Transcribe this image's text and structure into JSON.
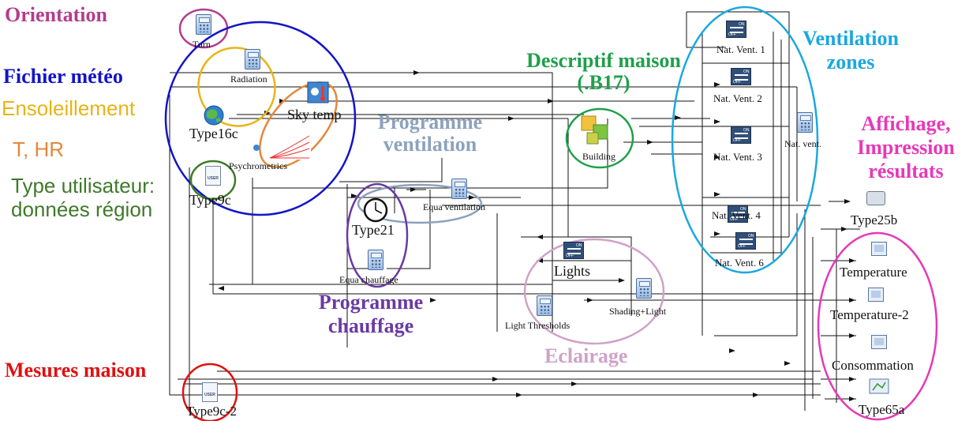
{
  "groups": {
    "orientation": {
      "label": "Orientation",
      "color": "#b33d8d"
    },
    "meteo": {
      "label": "Fichier météo",
      "color": "#1414c8"
    },
    "ensoleillement": {
      "label": "Ensoleillement",
      "color": "#e8b416"
    },
    "thr": {
      "label": "T, HR",
      "color": "#e3883a"
    },
    "utilisateur": {
      "line1": "Type utilisateur:",
      "line2": "données région",
      "color": "#3f7a2a"
    },
    "descriptif": {
      "line1": "Descriptif maison",
      "line2": "(.B17)",
      "color": "#1ea04a"
    },
    "prog_vent": {
      "line1": "Programme",
      "line2": "ventilation",
      "color": "#8ca2bd"
    },
    "prog_chauff": {
      "line1": "Programme",
      "line2": "chauffage",
      "color": "#6a3aa3"
    },
    "vent_zones": {
      "line1": "Ventilation",
      "line2": "zones",
      "color": "#1aa8e0"
    },
    "affichage": {
      "line1": "Affichage,",
      "line2": "Impression",
      "line3": "résultats",
      "color": "#e639b8"
    },
    "eclairage": {
      "label": "Eclairage",
      "color": "#cfa2c8"
    },
    "mesures": {
      "label": "Mesures maison",
      "color": "#e01010"
    }
  },
  "nodes": {
    "turn": "Turn",
    "radiation": "Radiation",
    "type16c": "Type16c",
    "sky_temp": "Sky temp",
    "psychrometrics": "Psychrometrics",
    "type9c": "Type9c",
    "type21": "Type21",
    "equa_ventilation": "Equa ventilation",
    "equa_chauffage": "Equa chauffage",
    "building": "Building",
    "lights": "Lights",
    "light_thresholds": "Light Thresholds",
    "shading_light": "Shading+Light",
    "nat_vent_1": "Nat. Vent. 1",
    "nat_vent_2": "Nat. Vent. 2",
    "nat_vent_3": "Nat. Vent. 3",
    "nat_vent_4": "Nat. Vent. 4",
    "nat_vent_6": "Nat. Vent. 6",
    "nat_vent": "Nat. vent.",
    "type25b": "Type25b",
    "temperature": "Temperature",
    "temperature_2": "Temperature-2",
    "consommation": "Consommation",
    "type65a": "Type65a",
    "type9c_2": "Type9c-2"
  },
  "icon_text": {
    "user": "USER",
    "on": "ON",
    "off": "OFF"
  }
}
